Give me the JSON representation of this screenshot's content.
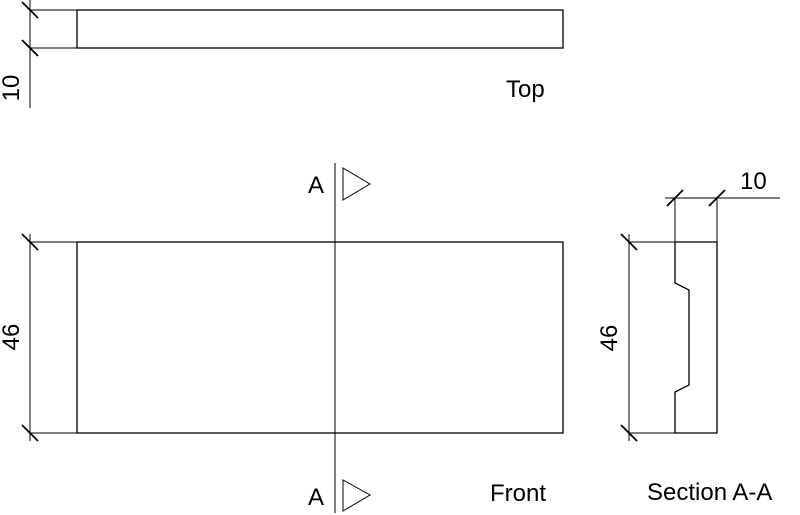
{
  "views": {
    "top": {
      "label": "Top",
      "dimension": "10"
    },
    "front": {
      "label": "Front",
      "dimension": "46"
    },
    "section": {
      "label": "Section A-A",
      "height_dimension": "46",
      "width_dimension": "10"
    }
  },
  "section_marker": {
    "letter": "A"
  }
}
